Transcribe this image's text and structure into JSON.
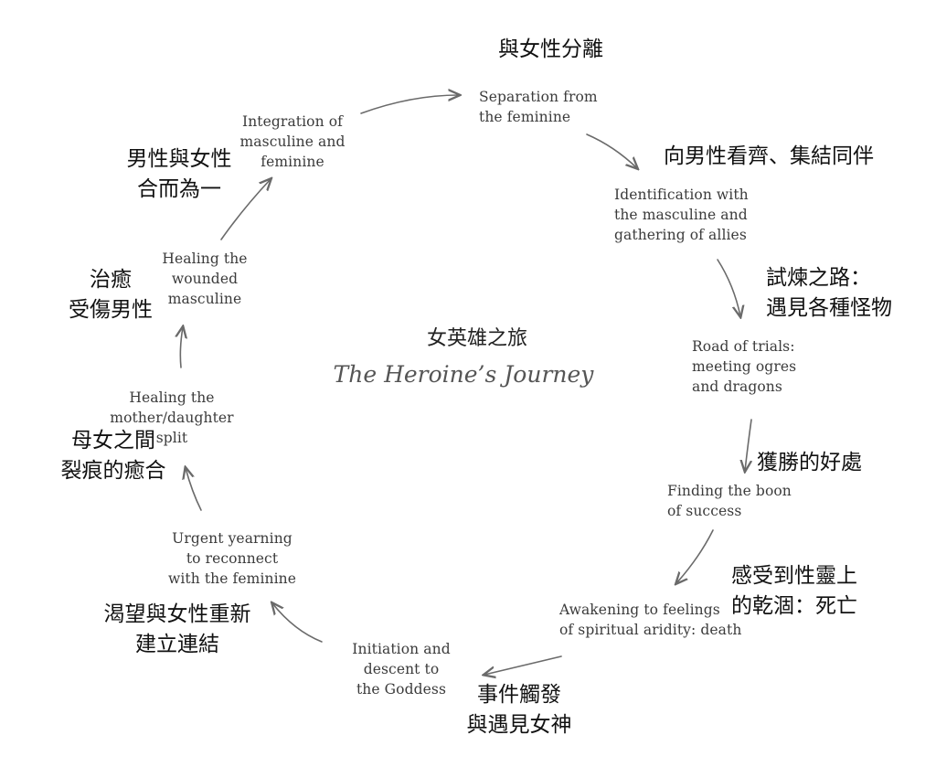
{
  "title": {
    "zh": "女英雄之旅",
    "en": "The Heroine’s Journey"
  },
  "stages": [
    {
      "en": "Separation from\nthe feminine",
      "zh": "與女性分離"
    },
    {
      "en": "Identification with\nthe masculine and\ngathering of allies",
      "zh": "向男性看齊、集結同伴"
    },
    {
      "en": "Road of trials:\nmeeting ogres\nand dragons",
      "zh": "試煉之路：\n遇見各種怪物"
    },
    {
      "en": "Finding the boon\nof success",
      "zh": "獲勝的好處"
    },
    {
      "en": "Awakening to feelings\nof spiritual aridity: death",
      "zh": "感受到性靈上\n的乾涸：死亡"
    },
    {
      "en": "Initiation and\ndescent to\nthe Goddess",
      "zh": "事件觸發\n與遇見女神"
    },
    {
      "en": "Urgent yearning\nto reconnect\nwith the feminine",
      "zh": "渴望與女性重新\n建立連結"
    },
    {
      "en": "Healing the\nmother/daughter\nsplit",
      "zh": "母女之間\n裂痕的癒合"
    },
    {
      "en": "Healing the\nwounded\nmasculine",
      "zh": "治癒\n受傷男性"
    },
    {
      "en": "Integration of\nmasculine and\nfeminine",
      "zh": "男性與女性\n合而為一"
    }
  ]
}
